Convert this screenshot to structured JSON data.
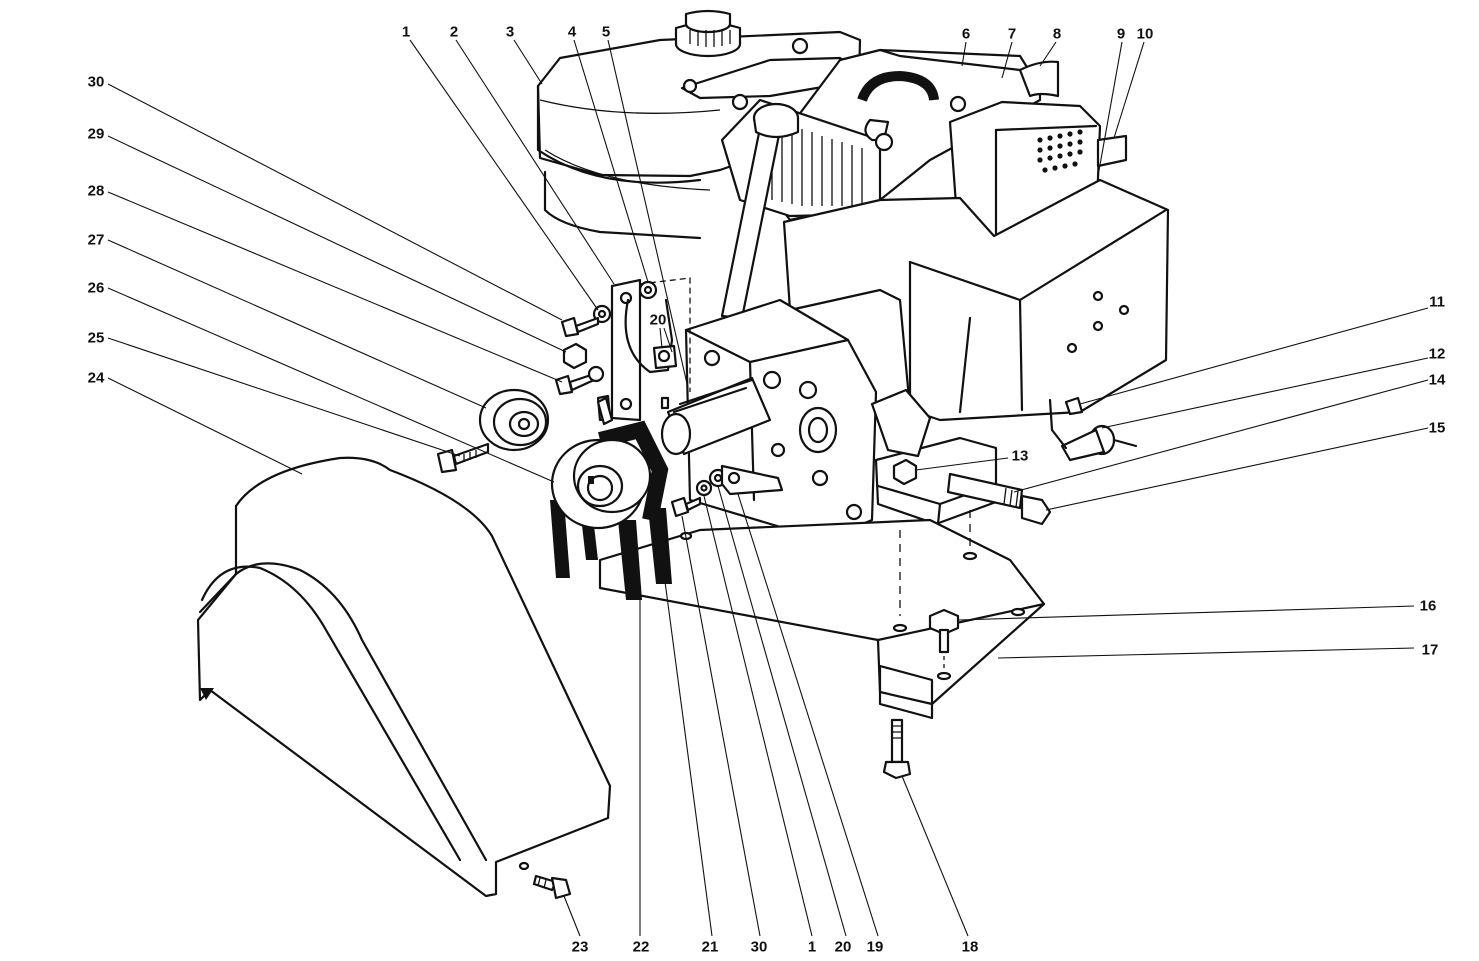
{
  "callouts": [
    {
      "id": "1",
      "label": "1",
      "link": "leader-1-top",
      "part": "part-1-top"
    },
    {
      "id": "2",
      "label": "2",
      "link": "leader-2",
      "part": "part-2"
    },
    {
      "id": "3",
      "label": "3",
      "link": "leader-3",
      "part": "part-3"
    },
    {
      "id": "4",
      "label": "4",
      "link": "leader-4",
      "part": "part-4"
    },
    {
      "id": "5",
      "label": "5",
      "link": "leader-5",
      "part": "part-5"
    },
    {
      "id": "6",
      "label": "6",
      "link": "leader-6",
      "part": "part-6"
    },
    {
      "id": "7",
      "label": "7",
      "link": "leader-7",
      "part": "part-7"
    },
    {
      "id": "8",
      "label": "8",
      "link": "leader-8",
      "part": "part-8"
    },
    {
      "id": "9",
      "label": "9",
      "link": "leader-9",
      "part": "part-9"
    },
    {
      "id": "10",
      "label": "10",
      "link": "leader-10",
      "part": "part-10"
    },
    {
      "id": "11",
      "label": "11",
      "link": "leader-11",
      "part": "part-11"
    },
    {
      "id": "12",
      "label": "12",
      "link": "leader-12",
      "part": "part-12"
    },
    {
      "id": "13",
      "label": "13",
      "link": "leader-13",
      "part": "part-13"
    },
    {
      "id": "14",
      "label": "14",
      "link": "leader-14",
      "part": "part-14"
    },
    {
      "id": "15",
      "label": "15",
      "link": "leader-15",
      "part": "part-15"
    },
    {
      "id": "16",
      "label": "16",
      "link": "leader-16",
      "part": "part-16"
    },
    {
      "id": "17",
      "label": "17",
      "link": "leader-17",
      "part": "part-17"
    },
    {
      "id": "18",
      "label": "18",
      "link": "leader-18",
      "part": "part-18"
    },
    {
      "id": "19",
      "label": "19",
      "link": "leader-19",
      "part": "part-19"
    },
    {
      "id": "20",
      "label": "20",
      "link": "leader-20-bottom",
      "part": "part-20-bottom"
    },
    {
      "id": "20b",
      "label": "20",
      "link": "leader-20-top",
      "part": "part-20-top"
    },
    {
      "id": "1b",
      "label": "1",
      "link": "leader-1-bottom",
      "part": "part-1-bottom"
    },
    {
      "id": "30b",
      "label": "30",
      "link": "leader-30-bottom",
      "part": "part-30-bottom"
    },
    {
      "id": "21",
      "label": "21",
      "link": "leader-21",
      "part": "part-21"
    },
    {
      "id": "22",
      "label": "22",
      "link": "leader-22",
      "part": "part-22"
    },
    {
      "id": "23",
      "label": "23",
      "link": "leader-23",
      "part": "part-23"
    },
    {
      "id": "24",
      "label": "24",
      "link": "leader-24",
      "part": "part-24"
    },
    {
      "id": "25",
      "label": "25",
      "link": "leader-25",
      "part": "part-25"
    },
    {
      "id": "26",
      "label": "26",
      "link": "leader-26",
      "part": "part-26"
    },
    {
      "id": "27",
      "label": "27",
      "link": "leader-27",
      "part": "part-27"
    },
    {
      "id": "28",
      "label": "28",
      "link": "leader-28",
      "part": "part-28"
    },
    {
      "id": "29",
      "label": "29",
      "link": "leader-29",
      "part": "part-29"
    },
    {
      "id": "30",
      "label": "30",
      "link": "leader-30-top",
      "part": "part-30-top"
    }
  ]
}
